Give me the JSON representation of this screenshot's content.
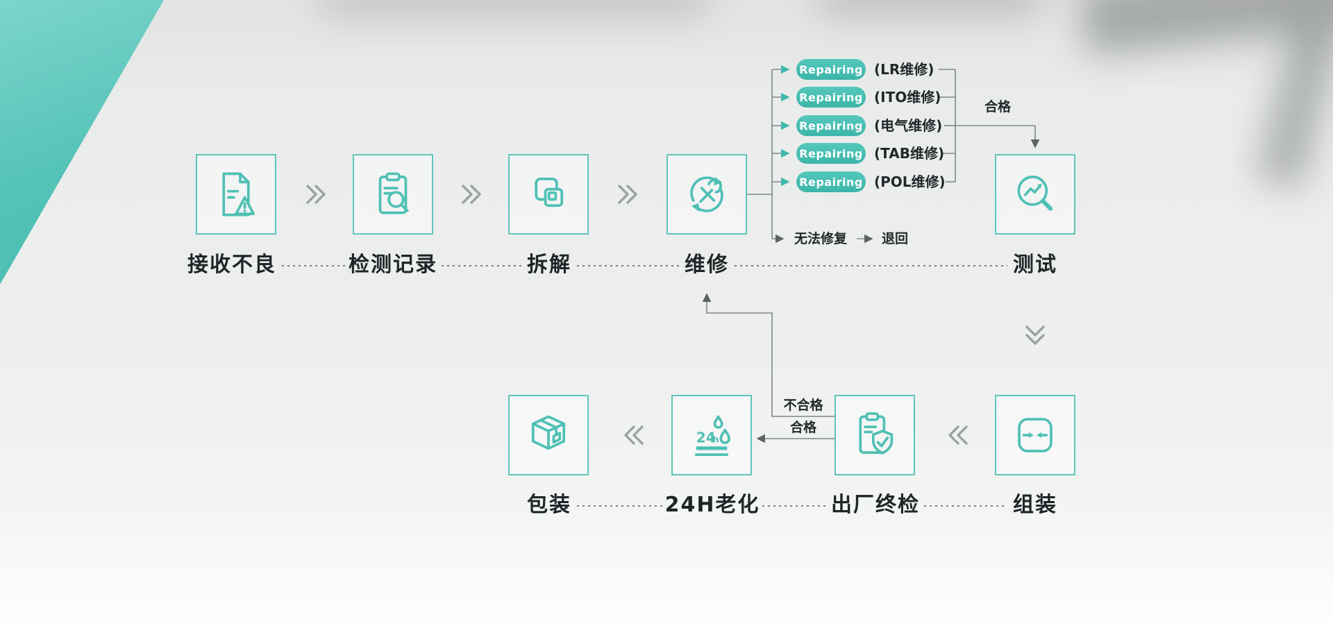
{
  "diagram": {
    "name": "repair-process-flow"
  },
  "colors": {
    "accent_teal": "#4FC0B4",
    "badge_teal": "#47BEB2",
    "line_gray": "#7F8685",
    "text_dark": "#22282A",
    "wedge_teal": "#5FC8BD"
  },
  "top_flow": {
    "steps": [
      {
        "label": "接收不良",
        "icon": "document-warning-icon"
      },
      {
        "label": "检测记录",
        "icon": "clipboard-search-icon"
      },
      {
        "label": "拆解",
        "icon": "disassemble-icon"
      },
      {
        "label": "维修",
        "icon": "repair-cycle-icon"
      },
      {
        "label": "测试",
        "icon": "test-magnifier-icon"
      }
    ]
  },
  "repair_branches": {
    "badge_label": "Repairing",
    "branch_labels": [
      "(LR维修)",
      "(ITO维修)",
      "(电气维修)",
      "(TAB维修)",
      "(POL维修)"
    ],
    "pass_label": "合格",
    "unrepairable_label": "无法修复",
    "return_label": "退回"
  },
  "bottom_flow": {
    "steps": [
      {
        "label": "包装",
        "icon": "package-box-icon"
      },
      {
        "label": "24H老化",
        "icon": "aging-24h-icon"
      },
      {
        "label": "出厂终检",
        "icon": "final-inspection-icon"
      },
      {
        "label": "组装",
        "icon": "assemble-icon"
      }
    ],
    "fail_label": "不合格",
    "pass_label": "合格"
  }
}
